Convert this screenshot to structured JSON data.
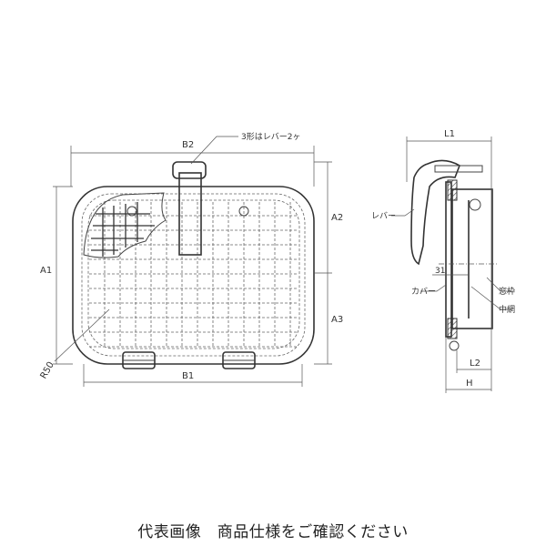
{
  "drawing": {
    "note_lever": "3形はレバー2ヶ",
    "front": {
      "B2": "B2",
      "B1": "B1",
      "A1": "A1",
      "A2": "A2",
      "A3": "A3",
      "R50": "R50"
    },
    "side": {
      "L1": "L1",
      "L2": "L2",
      "H": "H",
      "dim31": "31",
      "lever": "レバー",
      "cover": "カバー",
      "frame": "窓枠",
      "mesh": "中網"
    }
  },
  "caption": "代表画像　商品仕様をご確認ください"
}
